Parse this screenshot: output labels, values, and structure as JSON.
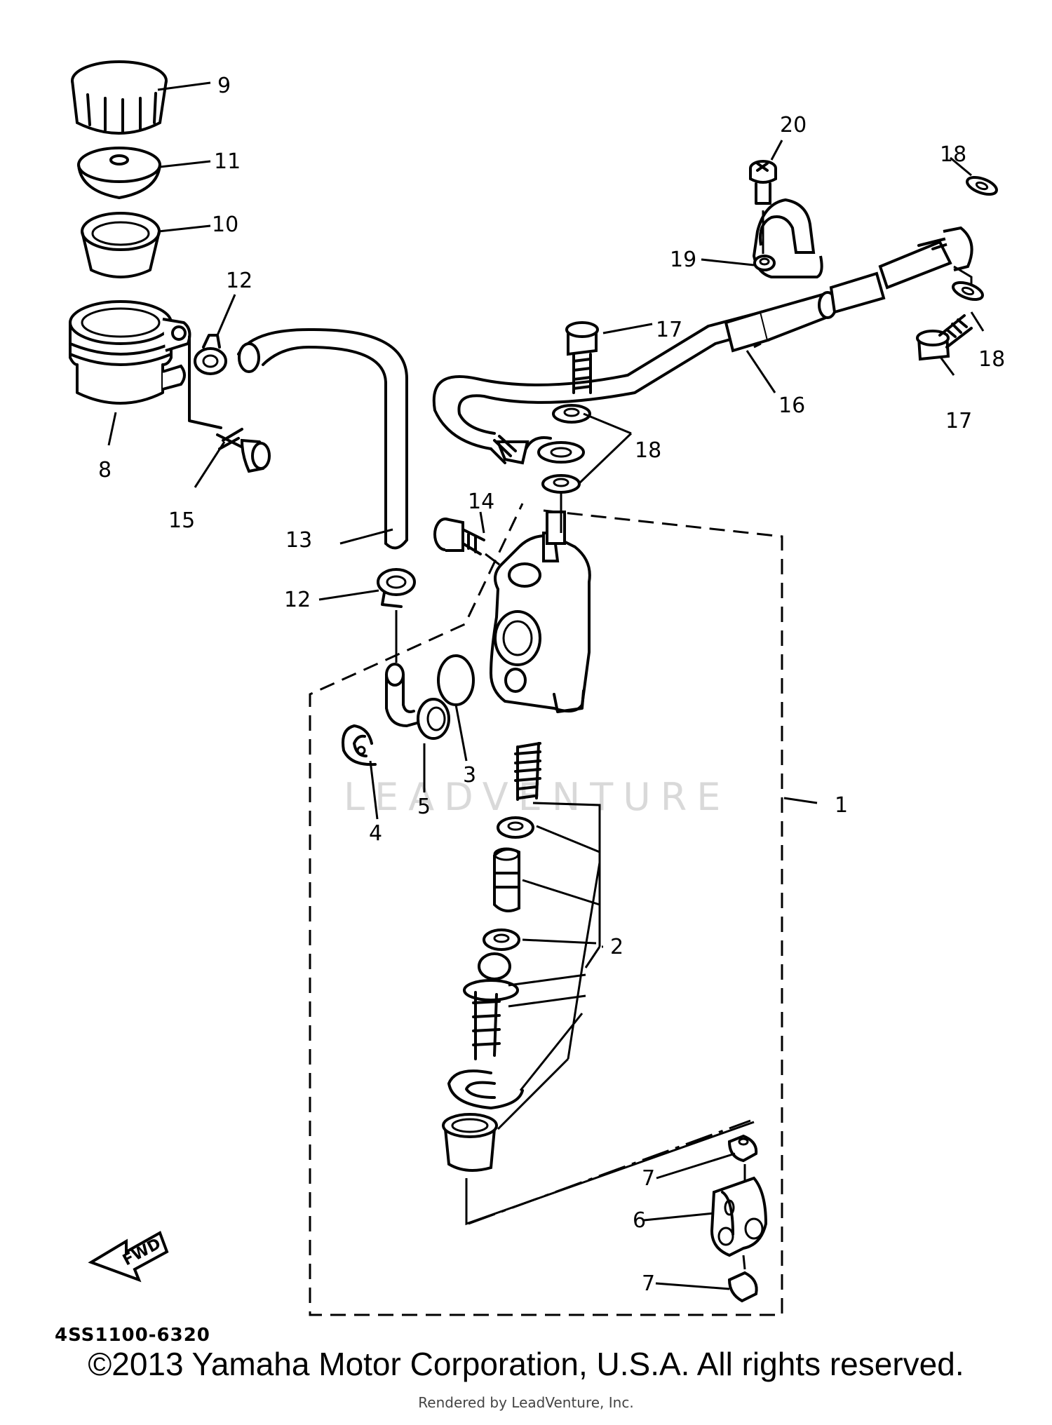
{
  "diagram": {
    "part_code": "4SS1100-6320",
    "watermark": "LEADVENTURE",
    "fwd_label": "FWD",
    "callouts": {
      "c1": "1",
      "c2": "2",
      "c3": "3",
      "c4": "4",
      "c5": "5",
      "c6": "6",
      "c7a": "7",
      "c7b": "7",
      "c8": "8",
      "c9": "9",
      "c10": "10",
      "c11": "11",
      "c12a": "12",
      "c12b": "12",
      "c13": "13",
      "c14": "14",
      "c15": "15",
      "c16": "16",
      "c17a": "17",
      "c17b": "17",
      "c18a": "18",
      "c18b": "18",
      "c18c": "18",
      "c19": "19",
      "c20": "20"
    }
  },
  "footer": {
    "copyright": "©2013 Yamaha Motor Corporation, U.S.A. All rights reserved.",
    "rendered_by": "Rendered by LeadVenture, Inc."
  }
}
